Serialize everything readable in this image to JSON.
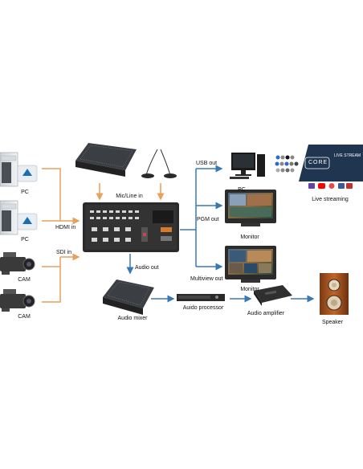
{
  "labels": {
    "pc1": "PC",
    "pc2": "PC",
    "cam1": "CAM",
    "cam2": "CAM",
    "hdmi_in": "HDMI in",
    "sdi_in": "SDI in",
    "mic_line_in": "Mic/Line in",
    "audio_out": "Audio out",
    "audio_mixer": "Audio mixer",
    "audio_processor": "Auido processor",
    "audio_amplifier": "Audio amplifier",
    "speaker": "Speaker",
    "usb_out": "USB out",
    "pgm_out": "PGM out",
    "multiview_out": "Multiview out",
    "pc_out": "PC",
    "monitor1": "Monitor",
    "monitor2": "Monitor",
    "live_streaming": "Live streaming",
    "core": "CORE",
    "live_stream": "LIVE STREAM"
  },
  "colors": {
    "orange_arrow": "#e8a15a",
    "blue_arrow": "#3a78b5",
    "device_dark": "#2a2a2a",
    "stream_panel": "#1f3550"
  },
  "icons": [
    "pc-tower-icon",
    "video-camera-icon",
    "audio-mixer-icon",
    "microphone-icon",
    "video-switcher-icon",
    "desktop-pc-icon",
    "monitor-icon",
    "audio-processor-icon",
    "amplifier-icon",
    "speaker-icon",
    "streaming-platform-icons"
  ]
}
